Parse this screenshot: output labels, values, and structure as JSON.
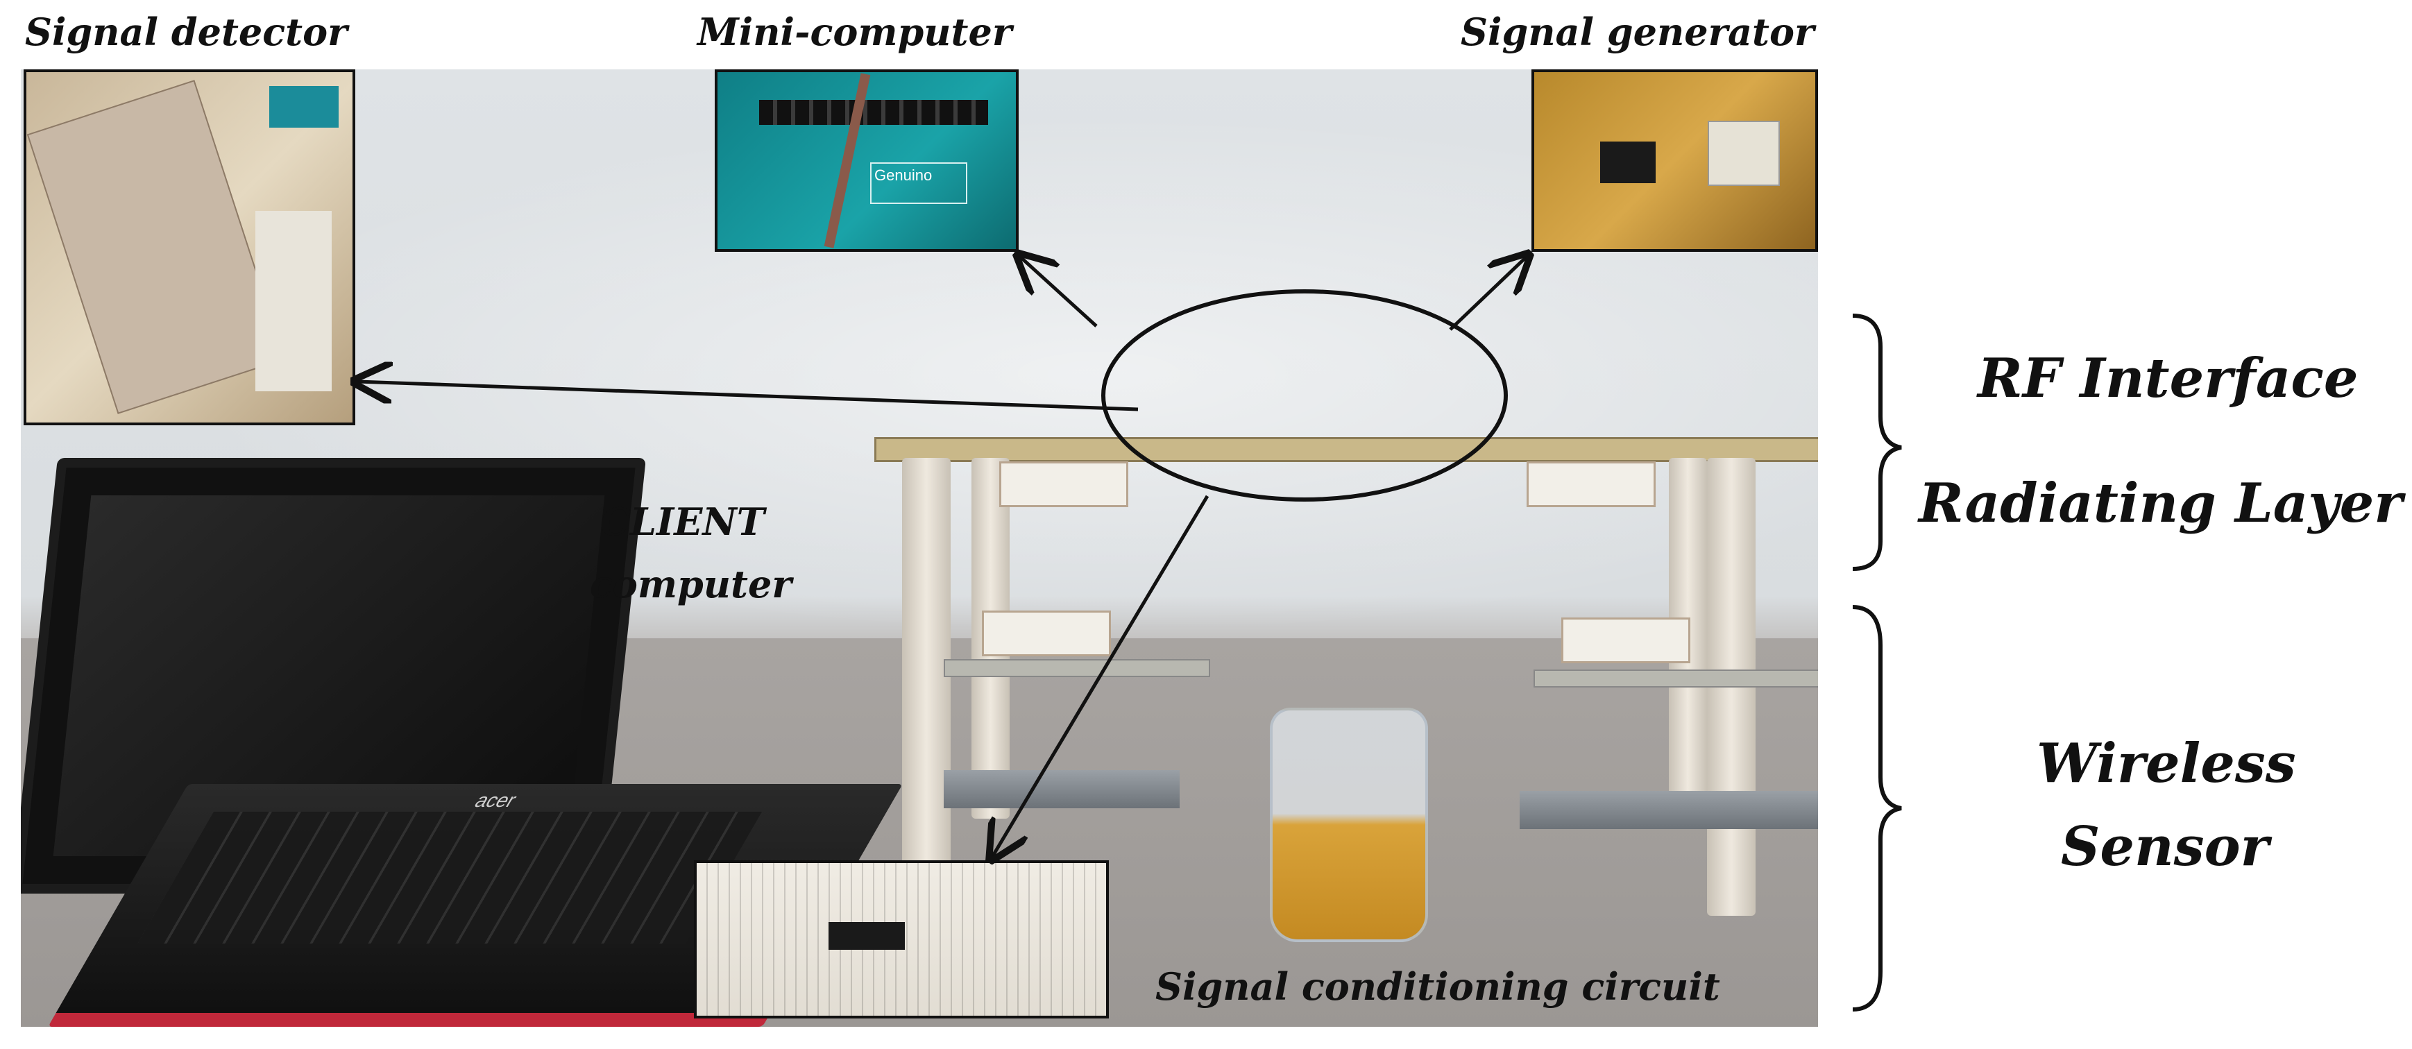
{
  "labels": {
    "signal_detector": "Signal detector",
    "mini_computer": "Mini-computer",
    "signal_generator": "Signal generator",
    "client_line1": "CLIENT",
    "client_line2": "computer",
    "signal_conditioning": "Signal conditioning circuit",
    "rf_interface": "RF Interface",
    "radiating_layer": "Radiating Layer",
    "wireless_line1": "Wireless",
    "wireless_line2": "Sensor"
  },
  "board_text": {
    "mini_computer_logo": "Genuino",
    "laptop_brand": "acer"
  },
  "colors": {
    "label": "#111111",
    "arrow": "#111111",
    "laptop_trim": "#c0283a",
    "pcb_teal": "#1aa3a8",
    "pcb_copper": "#d8a84a"
  }
}
